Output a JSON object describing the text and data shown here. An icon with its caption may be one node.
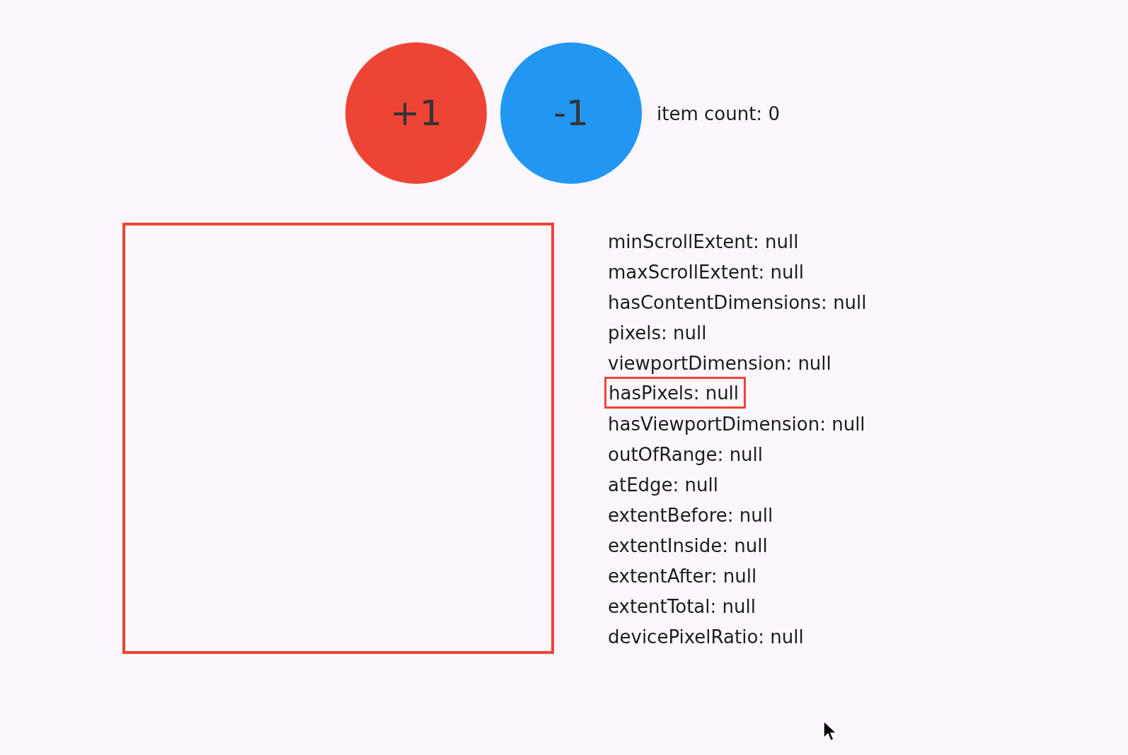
{
  "diagram": {
    "nodes": [
      {
        "text": [
          "+1"
        ]
      },
      {
        "text": [
          "-1"
        ]
      },
      {
        "text": [],
        "shape": "box"
      },
      {
        "text": [
          "hasPixels: null"
        ]
      }
    ],
    "edges": [],
    "labels": [
      "item count: 0",
      "minScrollExtent: null",
      "maxScrollExtent: null",
      "hasContentDimensions: null",
      "pixels: null",
      "viewportDimension: null",
      "hasViewportDimension: null",
      "outOfRange: null",
      "atEdge: null",
      "extentBefore: null",
      "extentInside: null",
      "extentAfter: null",
      "extentTotal: null",
      "devicePixelRatio: null"
    ]
  }
}
